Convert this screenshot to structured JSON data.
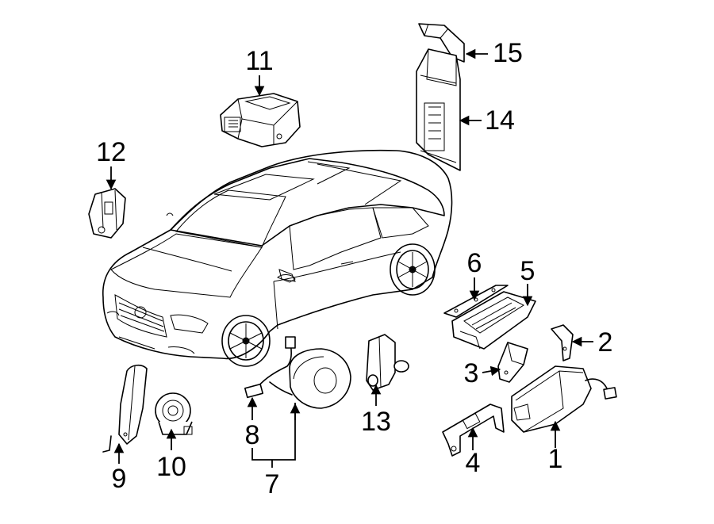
{
  "diagram": {
    "callouts": [
      {
        "id": "1",
        "label": "1"
      },
      {
        "id": "2",
        "label": "2"
      },
      {
        "id": "3",
        "label": "3"
      },
      {
        "id": "4",
        "label": "4"
      },
      {
        "id": "5",
        "label": "5"
      },
      {
        "id": "6",
        "label": "6"
      },
      {
        "id": "7",
        "label": "7"
      },
      {
        "id": "8",
        "label": "8"
      },
      {
        "id": "9",
        "label": "9"
      },
      {
        "id": "10",
        "label": "10"
      },
      {
        "id": "11",
        "label": "11"
      },
      {
        "id": "12",
        "label": "12"
      },
      {
        "id": "13",
        "label": "13"
      },
      {
        "id": "14",
        "label": "14"
      },
      {
        "id": "15",
        "label": "15"
      }
    ],
    "colors": {
      "ink": "#000000",
      "background": "#ffffff"
    }
  }
}
